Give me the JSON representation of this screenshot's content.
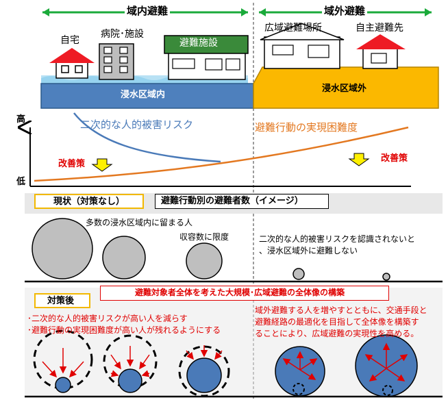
{
  "header": {
    "inside_label": "域内避難",
    "outside_label": "域外避難"
  },
  "buildings": {
    "home": "自宅",
    "hospital": "病院･施設",
    "evac_facility": "避難施設",
    "wide_area_site": "広域避難場所",
    "self_evac": "自主避難先"
  },
  "ground": {
    "inside": "浸水区域内",
    "outside": "浸水区域外"
  },
  "risk_chart": {
    "y_high": "高",
    "y_low": "低",
    "secondary_risk_label": "二次的な人的被害リスク",
    "difficulty_label": "避難行動の実現困難度",
    "improvement_left": "改善策",
    "improvement_right": "改善策",
    "colors": {
      "risk": "#4a7ab8",
      "difficulty": "#e37820"
    }
  },
  "current": {
    "badge": "現状（対策なし）",
    "title": "避難行動別の避難者数（イメージ）",
    "note_stay": "多数の浸水区域内に留まる人",
    "note_capacity": "収容数に限度",
    "note_outside_line1": "二次的な人的被害リスクを認識されないと",
    "note_outside_line2": "、浸水区域外に避難しない"
  },
  "measures": {
    "badge": "対策後",
    "banner": "避難対象者全体を考えた大規模･広域避難の全体像の構築",
    "left_line1": "･二次的な人的被害リスクが高い人を減らす",
    "left_line2": "･避難行動の実現困難度が高い人が残れるようにする",
    "right_line1": "域外避難する人を増やすとともに、交通手段と",
    "right_line2": "避難経路の最適化を目指して全体像を構築す",
    "right_line3": "ることにより、広域避難の実現性を高める。"
  }
}
